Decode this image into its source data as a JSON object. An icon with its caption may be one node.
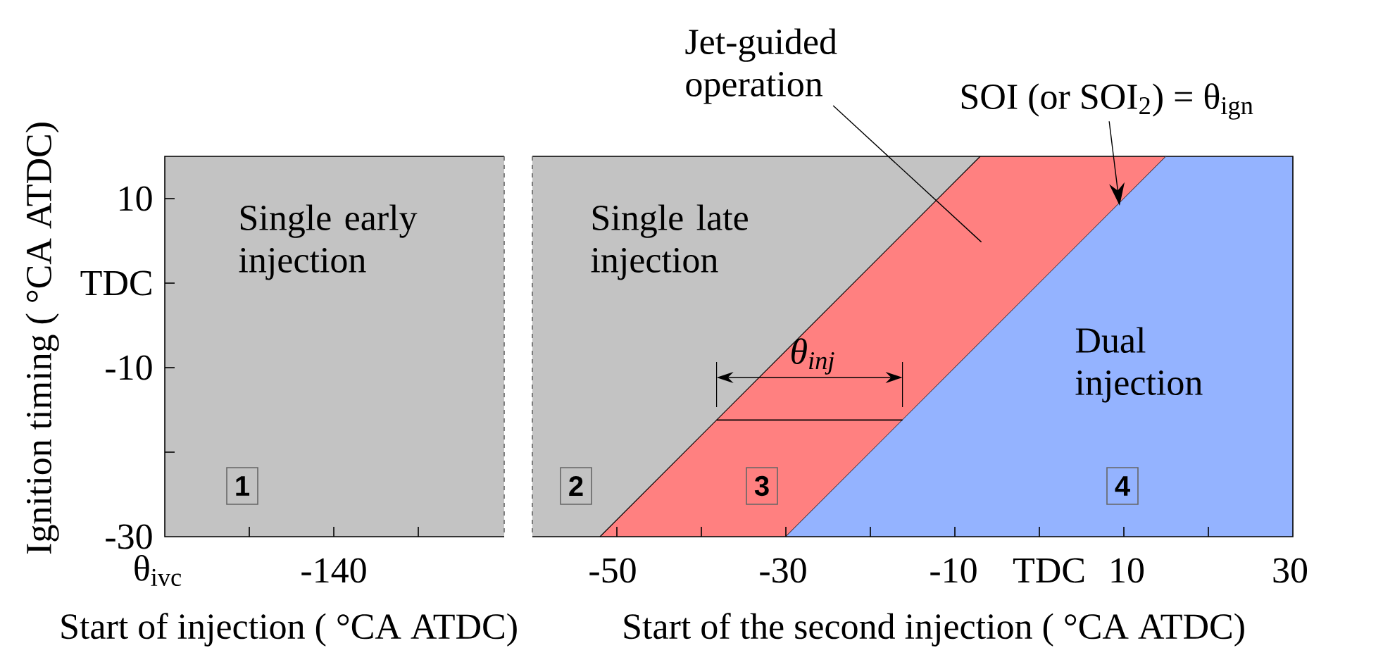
{
  "diagram": {
    "nodes": [
      {
        "text": [
          "Single early injection"
        ]
      },
      {
        "text": [
          "1"
        ],
        "in": 0
      },
      {
        "text": [
          "Single late injection"
        ]
      },
      {
        "text": [
          "2"
        ],
        "in": 2
      },
      {
        "text": [],
        "shape": "band"
      },
      {
        "text": [
          "3"
        ],
        "in": 4
      },
      {
        "text": [
          "Jet-guided operation"
        ]
      },
      {
        "text": [
          "Dual injection"
        ]
      },
      {
        "text": [
          "4"
        ],
        "in": 7
      },
      {
        "text": [
          "SOI (or SOI$_{2}$) = θ$_{ign}$"
        ]
      }
    ],
    "edges": [
      {
        "from": 6,
        "to": 4,
        "arrow": "none"
      },
      {
        "from": 9,
        "to": 7,
        "arrow": "to"
      }
    ],
    "labels": [
      "Ignition timing ( °CA ATDC)",
      "10",
      "TDC",
      "-10",
      "-30",
      "θ$_{inj}$",
      "θ$_{ivc}$",
      "-140",
      "-50",
      "-30",
      "-10",
      "TDC",
      "10",
      "30",
      "Start of injection ( °CA ATDC)",
      "Start of the second injection ( °CA ATDC)"
    ]
  }
}
